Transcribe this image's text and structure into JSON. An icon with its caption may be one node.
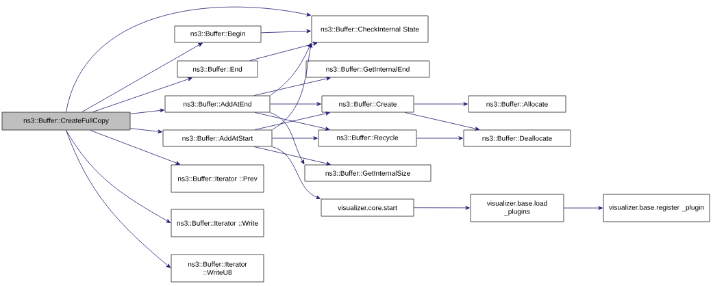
{
  "diagram": {
    "nodes": [
      {
        "text": [
          "ns3::Buffer::CreateFullCopy"
        ]
      },
      {
        "text": [
          "ns3::Buffer::CheckInternal State"
        ]
      },
      {
        "text": [
          "ns3::Buffer::Begin"
        ]
      },
      {
        "text": [
          "ns3::Buffer::End"
        ]
      },
      {
        "text": [
          "ns3::Buffer::GetInternalEnd"
        ]
      },
      {
        "text": [
          "ns3::Buffer::AddAtEnd"
        ]
      },
      {
        "text": [
          "ns3::Buffer::Create"
        ]
      },
      {
        "text": [
          "ns3::Buffer::Allocate"
        ]
      },
      {
        "text": [
          "ns3::Buffer::AddAtStart"
        ]
      },
      {
        "text": [
          "ns3::Buffer::Recycle"
        ]
      },
      {
        "text": [
          "ns3::Buffer::Deallocate"
        ]
      },
      {
        "text": [
          "ns3::Buffer::GetInternalSize"
        ]
      },
      {
        "text": [
          "ns3::Buffer::Iterator ::Prev"
        ]
      },
      {
        "text": [
          "visualizer.core.start"
        ]
      },
      {
        "text": [
          "visualizer.base.load _plugins"
        ]
      },
      {
        "text": [
          "visualizer.base.register _plugin"
        ]
      },
      {
        "text": [
          "ns3::Buffer::Iterator ::Write"
        ]
      },
      {
        "text": [
          "ns3::Buffer::Iterator ::WriteU8"
        ]
      }
    ],
    "edges": [
      {
        "from": 0,
        "to": 1,
        "arrow": "to"
      },
      {
        "from": 0,
        "to": 2,
        "arrow": "to"
      },
      {
        "from": 0,
        "to": 3,
        "arrow": "to"
      },
      {
        "from": 0,
        "to": 5,
        "arrow": "to"
      },
      {
        "from": 0,
        "to": 8,
        "arrow": "to"
      },
      {
        "from": 0,
        "to": 12,
        "arrow": "to"
      },
      {
        "from": 0,
        "to": 16,
        "arrow": "to"
      },
      {
        "from": 0,
        "to": 17,
        "arrow": "to"
      },
      {
        "from": 2,
        "to": 1,
        "arrow": "to"
      },
      {
        "from": 3,
        "to": 1,
        "arrow": "to"
      },
      {
        "from": 5,
        "to": 1,
        "arrow": "to"
      },
      {
        "from": 5,
        "to": 4,
        "arrow": "to"
      },
      {
        "from": 5,
        "to": 6,
        "arrow": "to"
      },
      {
        "from": 5,
        "to": 9,
        "arrow": "to"
      },
      {
        "from": 5,
        "to": 11,
        "arrow": "to"
      },
      {
        "from": 8,
        "to": 1,
        "arrow": "to"
      },
      {
        "from": 8,
        "to": 6,
        "arrow": "to"
      },
      {
        "from": 8,
        "to": 9,
        "arrow": "to"
      },
      {
        "from": 8,
        "to": 11,
        "arrow": "to"
      },
      {
        "from": 8,
        "to": 13,
        "arrow": "to"
      },
      {
        "from": 6,
        "to": 7,
        "arrow": "to"
      },
      {
        "from": 6,
        "to": 10,
        "arrow": "to"
      },
      {
        "from": 9,
        "to": 10,
        "arrow": "to"
      },
      {
        "from": 13,
        "to": 14,
        "arrow": "to"
      },
      {
        "from": 14,
        "to": 15,
        "arrow": "to"
      }
    ]
  }
}
